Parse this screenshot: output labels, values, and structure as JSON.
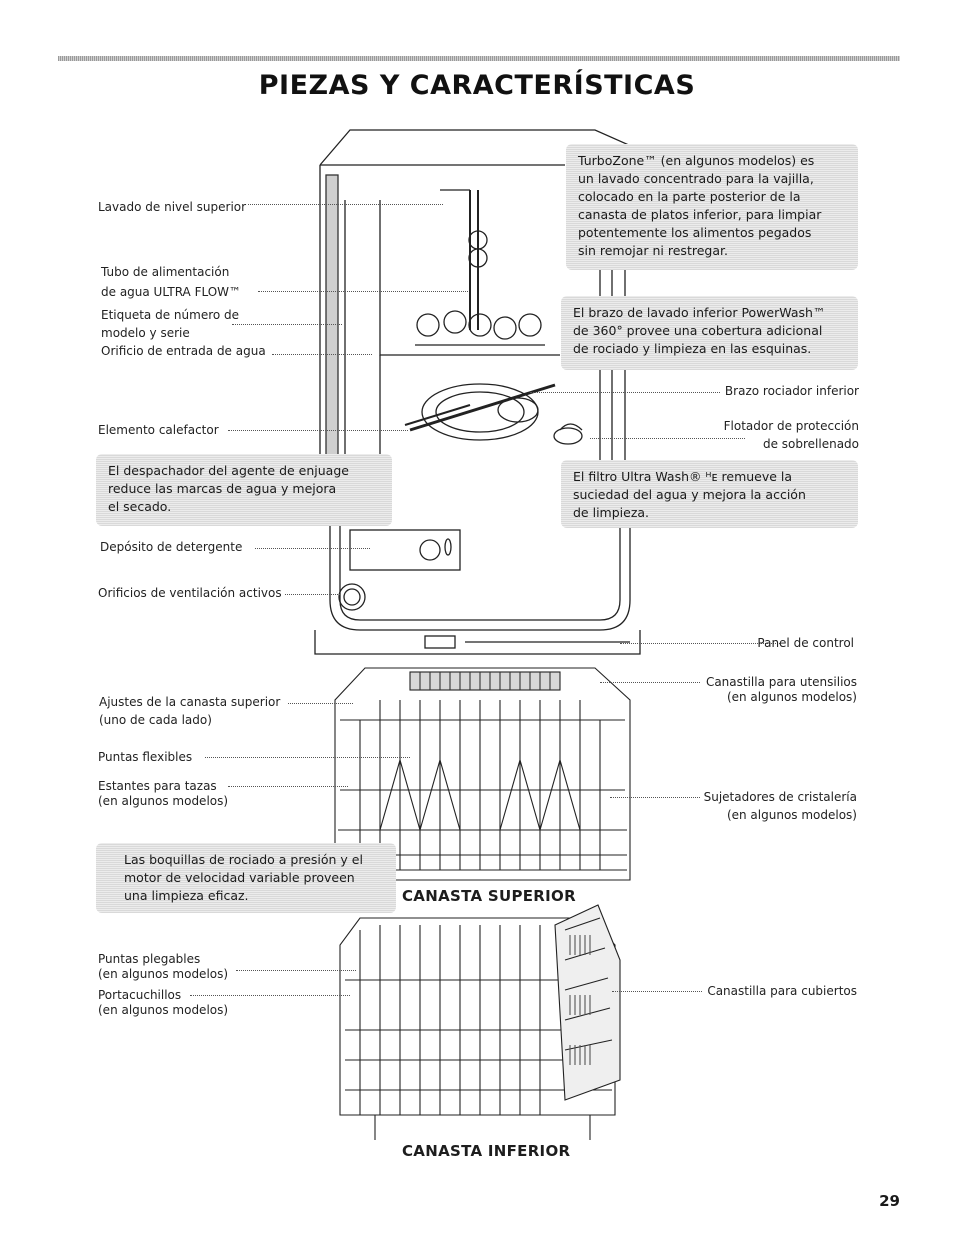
{
  "title": "PIEZAS Y CARACTERÍSTICAS",
  "labels": {
    "top_wash": "Lavado de nivel superior",
    "feed_tube_1": "Tubo de alimentación",
    "feed_tube_2": "de agua ULTRA FLOW™",
    "serial_1": "Etiqueta de número de",
    "serial_2": "modelo y serie",
    "inlet": "Orificio de entrada de agua",
    "heater": "Elemento calefactor",
    "lower_arm": "Brazo rociador inferior",
    "float_1": "Flotador de protección",
    "float_2": "de sobrellenado",
    "detergent": "Depósito de detergente",
    "vents": "Orificios de ventilación activos",
    "control_panel": "Panel de control",
    "upper_adjust_1": "Ajustes de la canasta superior",
    "upper_adjust_2": "(uno de cada lado)",
    "flex_tines": "Puntas flexibles",
    "cup_shelves_1": "Estantes para tazas",
    "cup_shelves_2": "(en algunos modelos)",
    "utensil_1": "Canastilla para utensilios",
    "utensil_2": "(en algunos modelos)",
    "stemware_1": "Sujetadores de cristalería",
    "stemware_2": "(en algunos modelos)",
    "fold_tines_1": "Puntas plegables",
    "fold_tines_2": "(en algunos modelos)",
    "knife_1": "Portacuchillos",
    "knife_2": "(en algunos modelos)",
    "silverware": "Canastilla para cubiertos"
  },
  "callouts": {
    "turbozone": [
      "TurboZone™ (en algunos modelos) es",
      "un lavado concentrado para la vajilla,",
      "colocado en la parte posterior de la",
      "canasta de platos inferior, para limpiar",
      "potentemente los alimentos pegados",
      "sin remojar ni restregar."
    ],
    "powerwash": [
      "El brazo de lavado inferior PowerWash™",
      "de 360° provee una cobertura adicional",
      "de rociado y limpieza en las esquinas."
    ],
    "rinse": [
      "El despachador del agente de enjuage",
      "reduce las marcas de agua y mejora",
      "el secado."
    ],
    "filter": [
      "El filtro Ultra Wash® ᴴᴇ remueve la",
      "suciedad del agua y mejora la acción",
      "de limpieza."
    ],
    "nozzles": [
      "Las boquillas de rociado a presión y el",
      "motor de velocidad variable proveen",
      "una limpieza eficaz."
    ]
  },
  "captions": {
    "upper": "CANASTA SUPERIOR",
    "lower": "CANASTA INFERIOR"
  },
  "page_number": "29"
}
